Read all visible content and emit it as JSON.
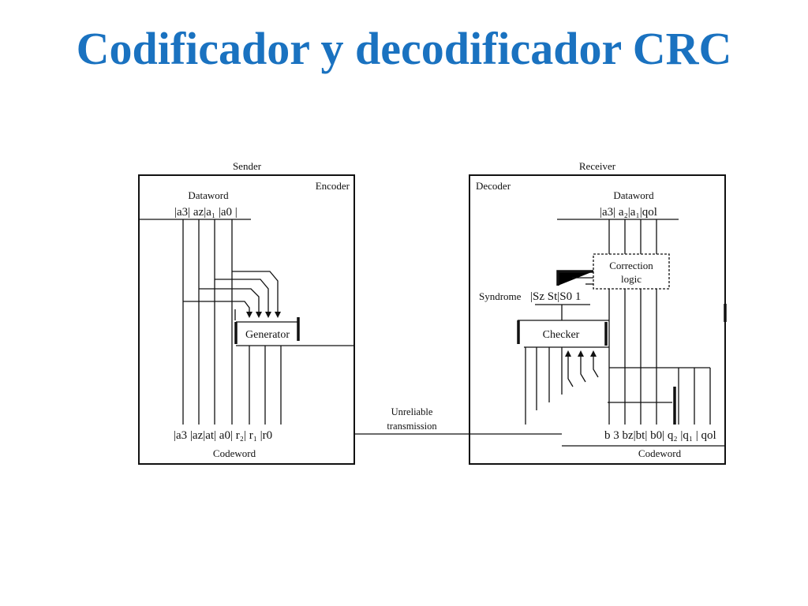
{
  "title": "Codificador y decodificador CRC",
  "sender": {
    "heading": "Sender",
    "box_label": "Encoder",
    "dataword_label": "Dataword",
    "dataword_bits": "|a3| az|a₁ |a0 |",
    "generator_label": "Generator",
    "codeword_bits": "|a3 |az|at| a0| r₂| r₁ |r0",
    "codeword_label": "Codeword"
  },
  "channel": {
    "line1": "Unreliable",
    "line2": "transmission"
  },
  "receiver": {
    "heading": "Receiver",
    "box_label": "Decoder",
    "dataword_label": "Dataword",
    "dataword_bits": "|a3| a₂|a₁|qol",
    "correction_line1": "Correction",
    "correction_line2": "logic",
    "syndrome_label": "Syndrome",
    "syndrome_bits": "|Sz  St|S0 1",
    "checker_label": "Checker",
    "codeword_bits": "b 3 bz|bt| b0| q₂ |q₁ | qol",
    "codeword_label": "Codeword"
  }
}
